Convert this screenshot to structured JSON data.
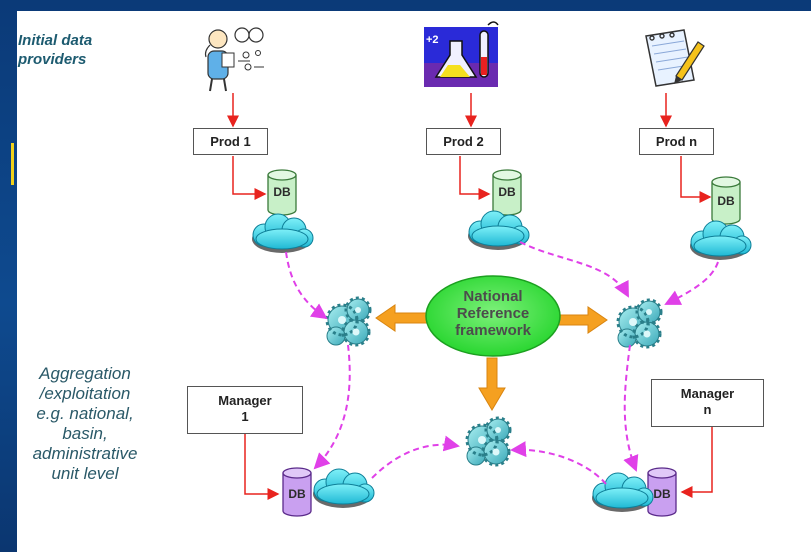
{
  "labels": {
    "initial_providers": "Initial data\nproviders",
    "aggregation": "Aggregation\n/exploitation\ne.g. national,\nbasin,\nadministrative\nunit level"
  },
  "producers": [
    "Prod 1",
    "Prod 2",
    "Prod n"
  ],
  "managers": [
    "Manager\n1",
    "Manager\nn"
  ],
  "central": "National\nReference\nframework",
  "db_label": "DB",
  "colors": {
    "background": "#0e4a8f",
    "accent": "#f2d21b",
    "arrow_red": "#e8231e",
    "arrow_magenta": "#e040e8",
    "arrow_orange": "#f5a020",
    "framework_green": "#2fe033",
    "db_green": "#c8f0c8",
    "db_purple": "#c9a0f0",
    "cloud_cyan": "#38d8e8",
    "gear_teal": "#5fc8d0"
  },
  "icons": [
    "scientist-icon",
    "lab-flask-icon",
    "notepad-pencil-icon",
    "gears-icon",
    "cloud-icon",
    "database-icon"
  ]
}
